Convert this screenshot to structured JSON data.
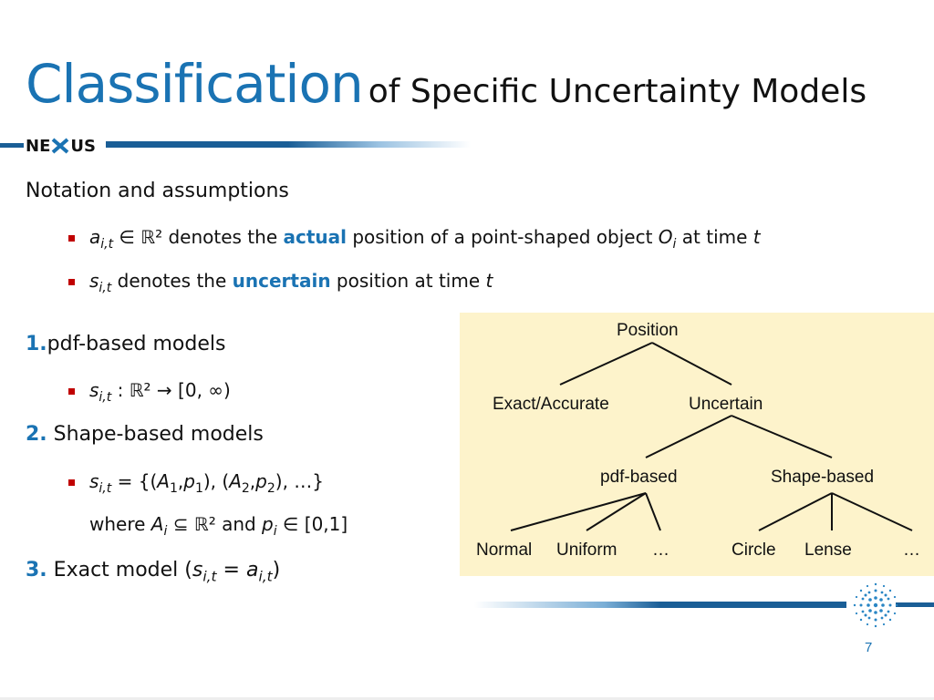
{
  "slide": {
    "title_main": "Classification",
    "title_sub": "of Specific Uncertainty Models",
    "logo_left": "NE",
    "logo_right": "US",
    "page_number": "7"
  },
  "notation": {
    "heading": "Notation and assumptions",
    "bullet1": {
      "var": "a",
      "sub": "i,t",
      "set": "∈ ℝ²",
      "t1": " denotes the ",
      "kw": "actual",
      "t2": " position of a point-shaped object ",
      "obj": "O",
      "obj_sub": "i",
      "t3": " at time ",
      "time": "t"
    },
    "bullet2": {
      "var": "s",
      "sub": "i,t",
      "t1": " denotes the ",
      "kw": "uncertain",
      "t2": " position at time ",
      "time": "t"
    }
  },
  "models": {
    "m1": {
      "num": "1.",
      "label": "pdf-based models",
      "formula": ": ℝ² → [0, ∞)"
    },
    "m2": {
      "num": "2.",
      "label": " Shape-based models",
      "formula_a": " = {(",
      "formula_b": "where ",
      "formula_c": " ⊆ ℝ² and ",
      "formula_d": " ∈ [0,1]"
    },
    "m3": {
      "num": "3.",
      "label": " Exact model ("
    }
  },
  "tree": {
    "root": "Position",
    "level1": [
      "Exact/Accurate",
      "Uncertain"
    ],
    "level2": [
      "pdf-based",
      "Shape-based"
    ],
    "pdf_children": [
      "Normal",
      "Uniform",
      "…"
    ],
    "shape_children": [
      "Circle",
      "Lense",
      "…"
    ],
    "bg_color": "#fdf3cb"
  },
  "colors": {
    "accent": "#1a73b3",
    "bullet": "#c00000"
  }
}
